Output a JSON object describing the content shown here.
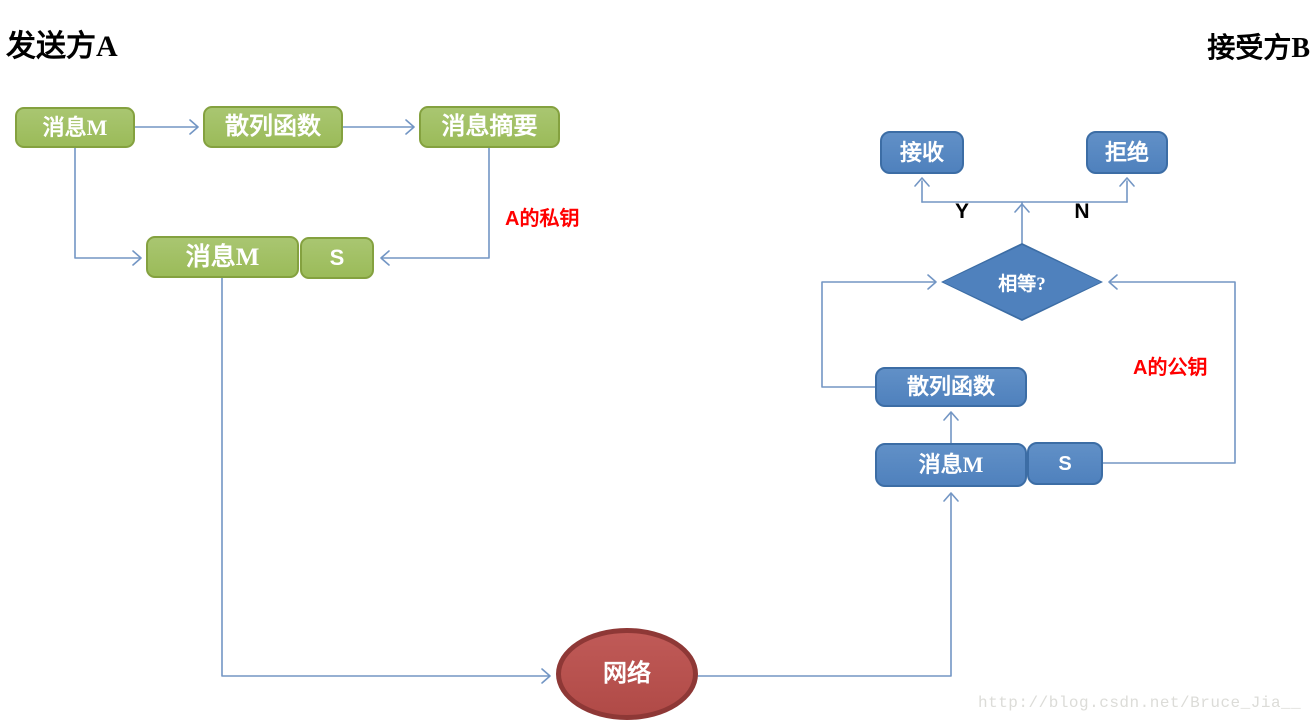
{
  "titles": {
    "sender": "发送方A",
    "receiver": "接受方B"
  },
  "sender": {
    "message_box": "消息M",
    "hash_box": "散列函数",
    "digest_box": "消息摘要",
    "signed_message_box": "消息M",
    "signature_box": "S",
    "private_key_label": "A的私钥"
  },
  "receiver": {
    "accept_box": "接收",
    "reject_box": "拒绝",
    "decision_diamond": "相等?",
    "yes_label": "Y",
    "no_label": "N",
    "hash_box": "散列函数",
    "message_box": "消息M",
    "signature_box": "S",
    "public_key_label": "A的公钥"
  },
  "network": {
    "label": "网络"
  },
  "watermark": {
    "text": "http://blog.csdn.net/Bruce_Jia__"
  },
  "colors": {
    "green-fill": "#9bbb59",
    "green-light": "#a9c671",
    "green-border": "#84a13f",
    "blue-fill": "#4f81bd",
    "blue-light": "#6190c7",
    "blue-border": "#3c6da5",
    "red-fill": "#b04a47",
    "red-light": "#c05a57",
    "red-border": "#8e3836",
    "connector": "#7396c4",
    "key-label": "#ff0000",
    "watermark": "#dcdcd8"
  }
}
